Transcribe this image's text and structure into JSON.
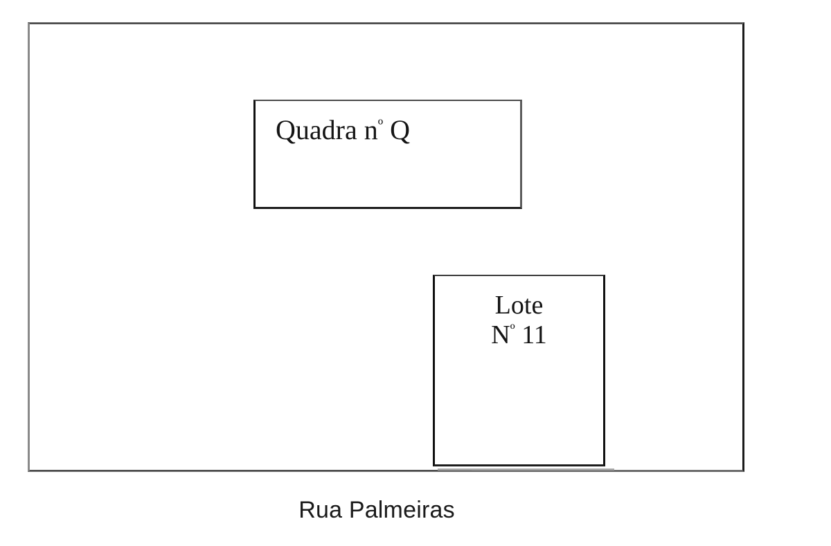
{
  "diagram": {
    "type": "property-plot-sketch",
    "title_text": "",
    "background_color": "#ffffff",
    "line_color": "#1a1a1a",
    "outer_block": {
      "name_label": "",
      "description": "outer lot / block boundary rectangle"
    },
    "areas": [
      {
        "id": "quadra",
        "label_prefix": "Quadra",
        "ordinal_abbrev": "n",
        "ordinal_mark": "º",
        "identifier": "Q",
        "full_label": "Quadra nº Q"
      },
      {
        "id": "lote",
        "line1": "Lote",
        "ordinal_abbrev": "N",
        "ordinal_mark": "º",
        "identifier": "11",
        "line2": "Nº 11",
        "full_label": "Lote Nº 11"
      }
    ],
    "street": {
      "label": "Rua Palmeiras",
      "position": "bottom"
    }
  }
}
